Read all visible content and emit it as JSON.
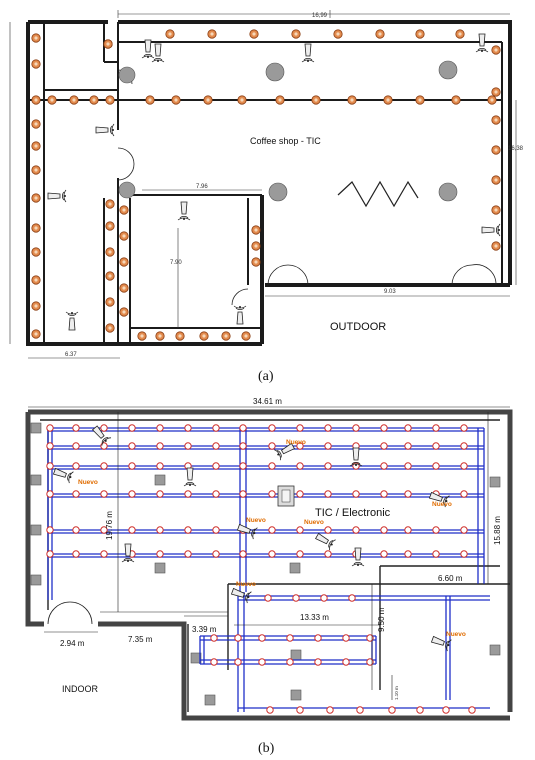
{
  "panel_a": {
    "caption": "(a)",
    "room_label": "Coffee shop - TIC",
    "outdoor_label": "OUTDOOR",
    "dims": {
      "top": "16,99",
      "right": "16,38",
      "mid": "7.96",
      "vert": "7.90",
      "bottom": "9.03",
      "bottom_left": "6.37"
    },
    "colors": {
      "lamp_fill": "#e38b4e",
      "lamp_stroke": "#8a3d12",
      "wall": "#1b1b1b",
      "pillar": "#9a9a9a"
    }
  },
  "panel_b": {
    "caption": "(b)",
    "room_label": "TIC / Electronic",
    "indoor_label": "INDOOR",
    "nuevo_label": "Nuevo",
    "dims": {
      "top": "34.61 m",
      "left_v": "19.76 m",
      "right_v": "15.88 m",
      "d1": "6.60 m",
      "d2": "13.33 m",
      "d3": "9.50 m",
      "d4": "3.39 m",
      "d5": "7.35 m",
      "d6": "2.94 m",
      "d7": "1.10 m"
    },
    "colors": {
      "rail": "#1f2fc8",
      "lamp_stroke": "#d0312d",
      "pillar": "#9a9a9a",
      "nuevo": "#e06c00"
    }
  }
}
